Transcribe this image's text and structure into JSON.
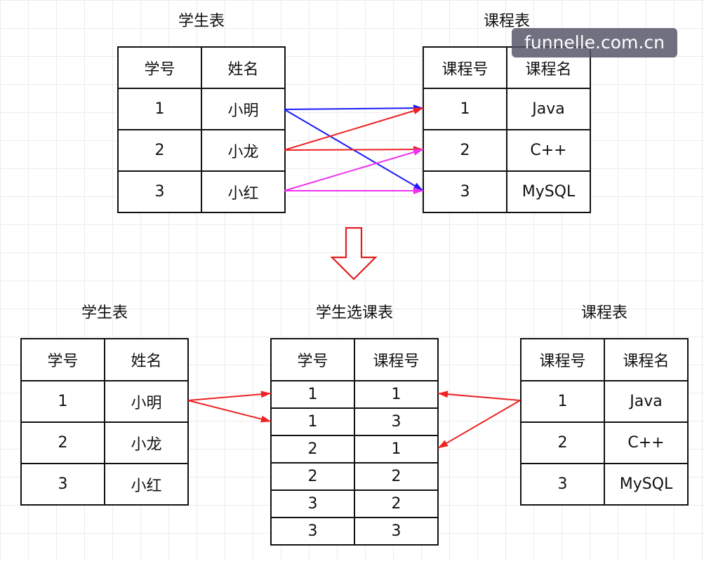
{
  "top": {
    "student_table": {
      "title": "学生表",
      "headers": [
        "学号",
        "姓名"
      ],
      "rows": [
        [
          "1",
          "小明"
        ],
        [
          "2",
          "小龙"
        ],
        [
          "3",
          "小红"
        ]
      ]
    },
    "course_table": {
      "title": "课程表",
      "headers": [
        "课程号",
        "课程名"
      ],
      "rows": [
        [
          "1",
          "Java"
        ],
        [
          "2",
          "C++"
        ],
        [
          "3",
          "MySQL"
        ]
      ]
    }
  },
  "bottom": {
    "student_table": {
      "title": "学生表",
      "headers": [
        "学号",
        "姓名"
      ],
      "rows": [
        [
          "1",
          "小明"
        ],
        [
          "2",
          "小龙"
        ],
        [
          "3",
          "小红"
        ]
      ]
    },
    "enrollment_table": {
      "title": "学生选课表",
      "headers": [
        "学号",
        "课程号"
      ],
      "rows": [
        [
          "1",
          "1"
        ],
        [
          "1",
          "3"
        ],
        [
          "2",
          "1"
        ],
        [
          "2",
          "2"
        ],
        [
          "3",
          "2"
        ],
        [
          "3",
          "3"
        ]
      ]
    },
    "course_table": {
      "title": "课程表",
      "headers": [
        "课程号",
        "课程名"
      ],
      "rows": [
        [
          "1",
          "Java"
        ],
        [
          "2",
          "C++"
        ],
        [
          "3",
          "MySQL"
        ]
      ]
    }
  },
  "relations": {
    "top": [
      {
        "from_student": 1,
        "to_course": 1,
        "color": "#1a1aff"
      },
      {
        "from_student": 1,
        "to_course": 3,
        "color": "#1a1aff"
      },
      {
        "from_student": 2,
        "to_course": 1,
        "color": "#ee2222"
      },
      {
        "from_student": 2,
        "to_course": 2,
        "color": "#ee2222"
      },
      {
        "from_student": 3,
        "to_course": 2,
        "color": "#ee33ee"
      },
      {
        "from_student": 3,
        "to_course": 3,
        "color": "#ee33ee"
      }
    ],
    "bottom_student_to_enrollment": {
      "from_student_row": 1,
      "to_enrollment_rows": [
        1,
        2
      ],
      "color": "#ee2222"
    },
    "bottom_course_to_enrollment": {
      "from_course_row": 1,
      "to_enrollment_rows": [
        1,
        3
      ],
      "color": "#ee2222"
    }
  },
  "transform_arrow": {
    "color": "#e02020"
  },
  "watermark": {
    "text": "funnelle.com.cn"
  }
}
